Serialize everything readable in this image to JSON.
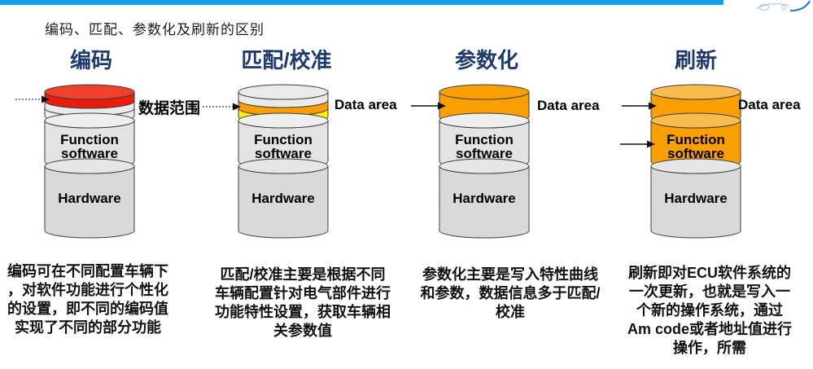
{
  "title": "编码、匹配、参数化及刷新的区别",
  "annotations": {
    "data_range": "数据范围",
    "data_area": "Data area"
  },
  "cylinder_labels": {
    "function_line1": "Function",
    "function_line2": "software",
    "hardware": "Hardware"
  },
  "columns": [
    {
      "header": "编码",
      "description": "编码可在不同配置车辆下\n，对软件功能进行个性化\n的设置，即不同的编码值\n实现了不同的部分功能"
    },
    {
      "header": "匹配/校准",
      "description": "匹配/校准主要是根据不同\n车辆配置针对电气部件进行\n功能特性设置，获取车辆相\n关参数值"
    },
    {
      "header": "参数化",
      "description": "参数化主要是写入特性曲线\n和参数，数据信息多于匹配/\n校准"
    },
    {
      "header": "刷新",
      "description": "刷新即对ECU软件系统的\n一次更新，也就是写入一\n个新的操作系统，通过\nAm code或者地址值进行\n操作，所需"
    }
  ],
  "colors": {
    "top_bar": "#14A0E6",
    "header_text": "#1E3A6E",
    "red": "#EA1C0B",
    "red_top": "#F1402B",
    "orange": "#F9A000",
    "orange_light": "#F9BB4D",
    "yellow": "#FFF100",
    "section_gray": "#E3E3E3",
    "hardware_gray": "#D9D9D9"
  }
}
